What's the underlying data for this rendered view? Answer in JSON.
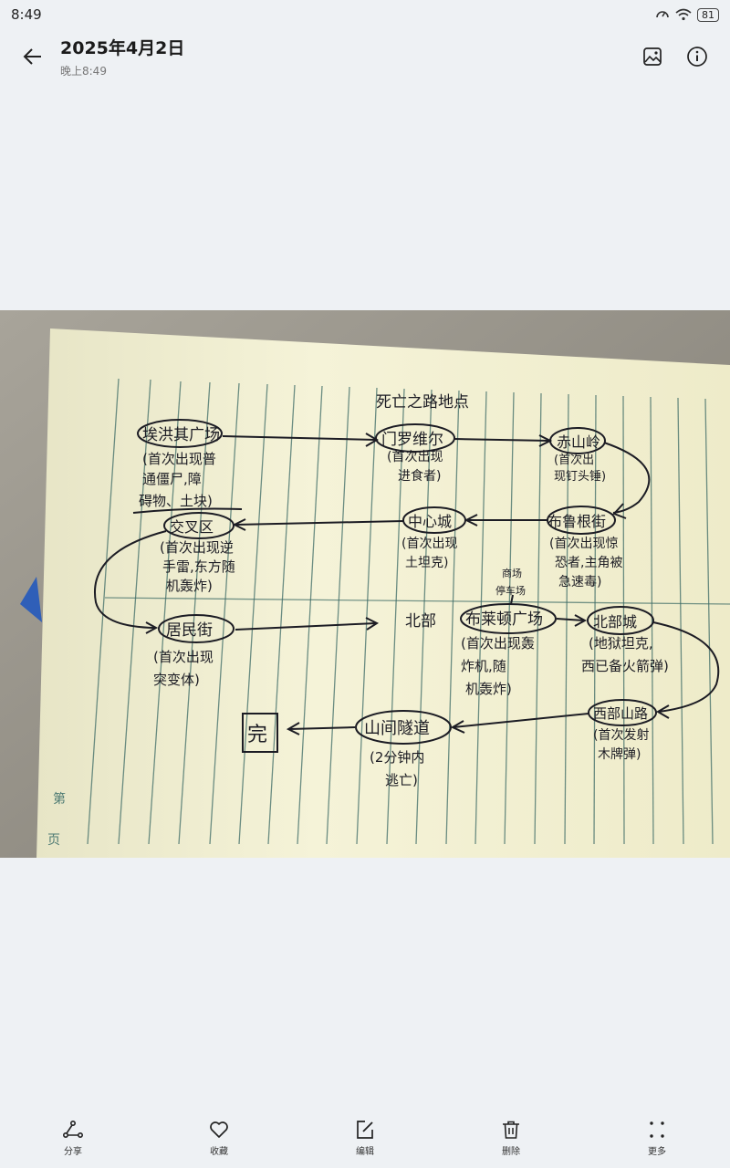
{
  "status": {
    "time": "8:49",
    "battery": "81"
  },
  "header": {
    "title": "2025年4月2日",
    "subtitle": "晚上8:49"
  },
  "note": {
    "heading": "死亡之路地点",
    "page_label_1": "第",
    "page_label_2": "页",
    "nodes": {
      "n1_title": "埃洪其广场",
      "n1_desc1": "(首次出现普",
      "n1_desc2": "通僵尸,障",
      "n1_desc3": "碍物、土块)",
      "n2_title": "门罗维尔",
      "n2_desc1": "(首次出现",
      "n2_desc2": "进食者)",
      "n3_title": "赤山岭",
      "n3_desc1": "(首次出",
      "n3_desc2": "现钉头锤)",
      "n4_title": "布鲁根街",
      "n4_desc1": "(首次出现惊",
      "n4_desc2": "恐者,主角被",
      "n4_desc3": "急速毒)",
      "n5_title": "中心城",
      "n5_desc1": "(首次出现",
      "n5_desc2": "土坦克)",
      "n6_title": "交叉区",
      "n6_desc1": "(首次出现逆",
      "n6_desc2": "手雷,东方随",
      "n6_desc3": "机轰炸)",
      "n7_title": "居民街",
      "n7_desc1": "(首次出现",
      "n7_desc2": "突变体)",
      "n8_pre": "北部",
      "n8_title": "布莱顿广场",
      "n8_note1": "商场",
      "n8_note2": "停车场",
      "n8_desc1": "(首次出现轰",
      "n8_desc2": "炸机,随",
      "n8_desc3": "机轰炸)",
      "n9_title": "北部城",
      "n9_desc1": "(地狱坦克,",
      "n9_desc2": "西已备火箭弹)",
      "n10_title": "西部山路",
      "n10_desc1": "(首次发射",
      "n10_desc2": "木牌弹)",
      "n11_title": "山间隧道",
      "n11_desc1": "(2分钟内",
      "n11_desc2": "逃亡)",
      "end": "完"
    }
  },
  "toolbar": [
    {
      "label": "分享",
      "icon": "share-icon"
    },
    {
      "label": "收藏",
      "icon": "heart-icon"
    },
    {
      "label": "编辑",
      "icon": "edit-icon"
    },
    {
      "label": "删除",
      "icon": "trash-icon"
    },
    {
      "label": "更多",
      "icon": "more-icon"
    }
  ],
  "colors": {
    "background": "#eef1f4",
    "paper": "#f4f1d4",
    "ink": "#1c1c24",
    "rule_line": "#3d6b66"
  }
}
